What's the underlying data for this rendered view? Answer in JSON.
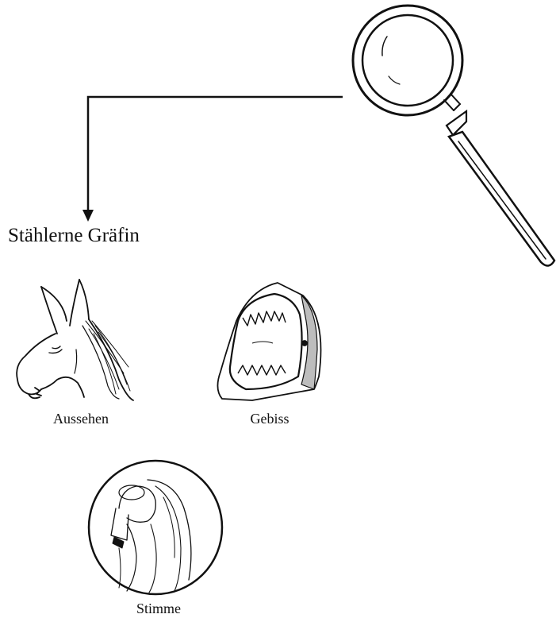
{
  "diagram": {
    "title": "Stählerne Gräfin",
    "items": [
      {
        "icon": "donkey-head-icon",
        "label": "Aussehen"
      },
      {
        "icon": "shark-jaws-icon",
        "label": "Gebiss"
      },
      {
        "icon": "praying-angel-icon",
        "label": "Stimme"
      }
    ],
    "magnifier_icon": "magnifying-glass-icon",
    "colors": {
      "ink": "#111111",
      "fill": "#ffffff",
      "shade": "#bdbdbd"
    }
  }
}
